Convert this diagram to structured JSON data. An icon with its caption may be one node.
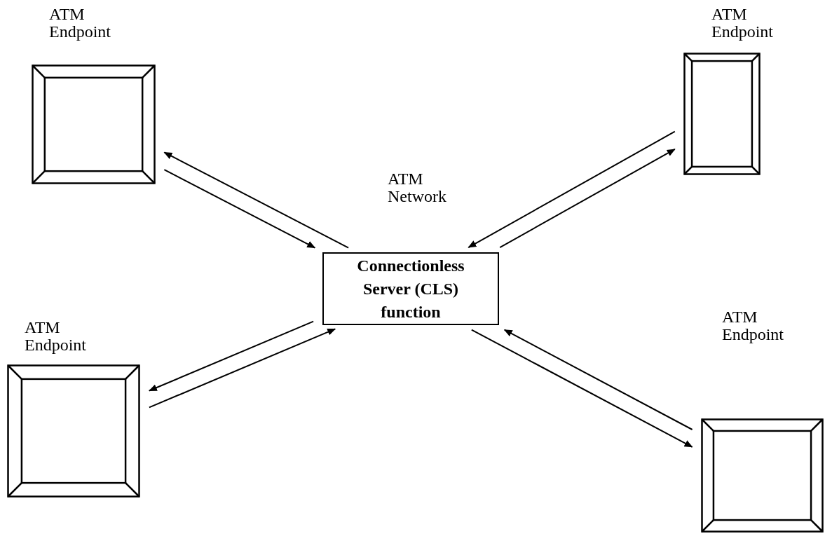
{
  "diagram": {
    "nodes": [
      {
        "text": [
          "ATM Endpoint"
        ]
      },
      {
        "text": [
          "ATM Endpoint"
        ]
      },
      {
        "text": [
          "ATM Network",
          "Connectionless Server (CLS) function"
        ]
      },
      {
        "text": [
          "ATM Endpoint"
        ]
      },
      {
        "text": [
          "ATM Endpoint"
        ]
      }
    ],
    "edges": [
      {
        "from": 0,
        "to": 2,
        "arrow": "to"
      },
      {
        "from": 2,
        "to": 0,
        "arrow": "to"
      },
      {
        "from": 2,
        "to": 1,
        "arrow": "to"
      },
      {
        "from": 1,
        "to": 2,
        "arrow": "to"
      },
      {
        "from": 2,
        "to": 3,
        "arrow": "to"
      },
      {
        "from": 3,
        "to": 2,
        "arrow": "to"
      },
      {
        "from": 2,
        "to": 4,
        "arrow": "to"
      },
      {
        "from": 4,
        "to": 2,
        "arrow": "to"
      }
    ]
  }
}
